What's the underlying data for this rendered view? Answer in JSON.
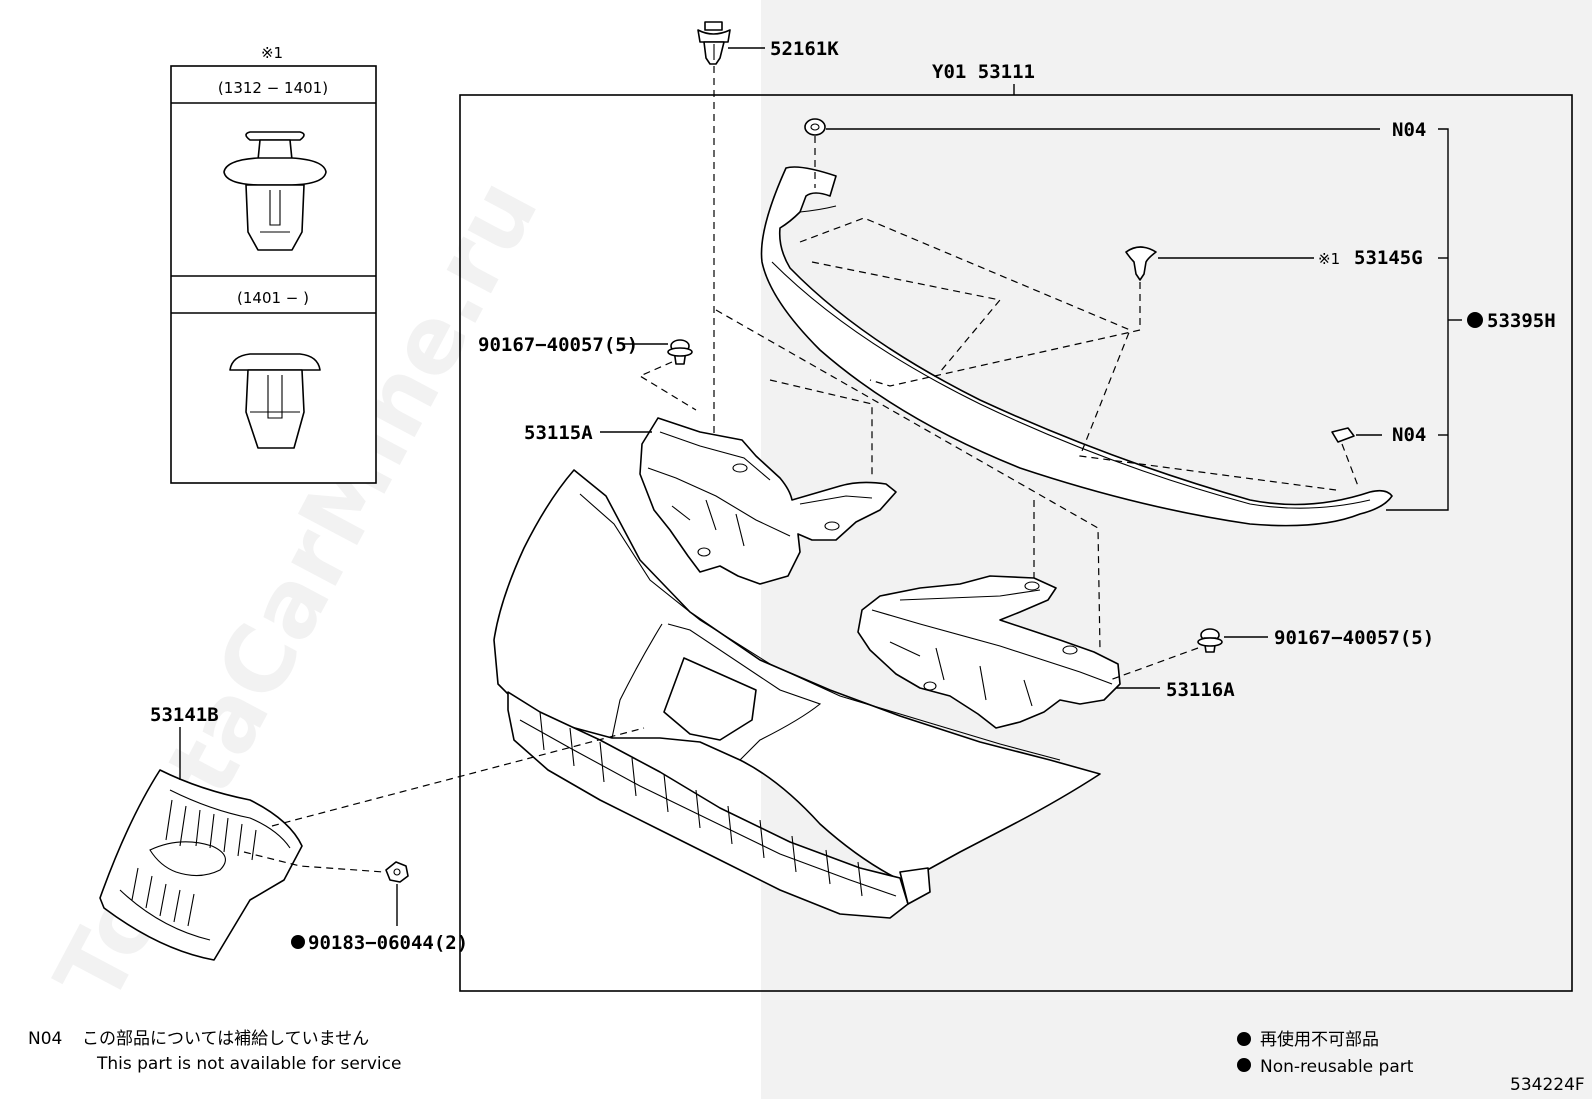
{
  "watermark": "ToyotaCarMine.ru",
  "inset": {
    "mark": "※1",
    "range1": "(1312 − 1401)",
    "range2": "(1401 −      )"
  },
  "labels": {
    "p52161K": "52161K",
    "pY01": "Y01 53111",
    "pN04_top": "N04",
    "p53145G_mark": "※1",
    "p53145G": "53145G",
    "p53395H": "53395H",
    "pN04_mid": "N04",
    "p90167_left": "90167−40057(5)",
    "p53115A": "53115A",
    "p90167_right": "90167−40057(5)",
    "p53116A": "53116A",
    "p53141B": "53141B",
    "p90183": "90183−06044(2)"
  },
  "footnotes": {
    "n04_code": "N04",
    "n04_jp": "この部品については補給していません",
    "n04_en": "This part is not available for service",
    "legend_jp": "再使用不可部品",
    "legend_en": "Non-reusable part",
    "diagram_code": "534224F"
  }
}
